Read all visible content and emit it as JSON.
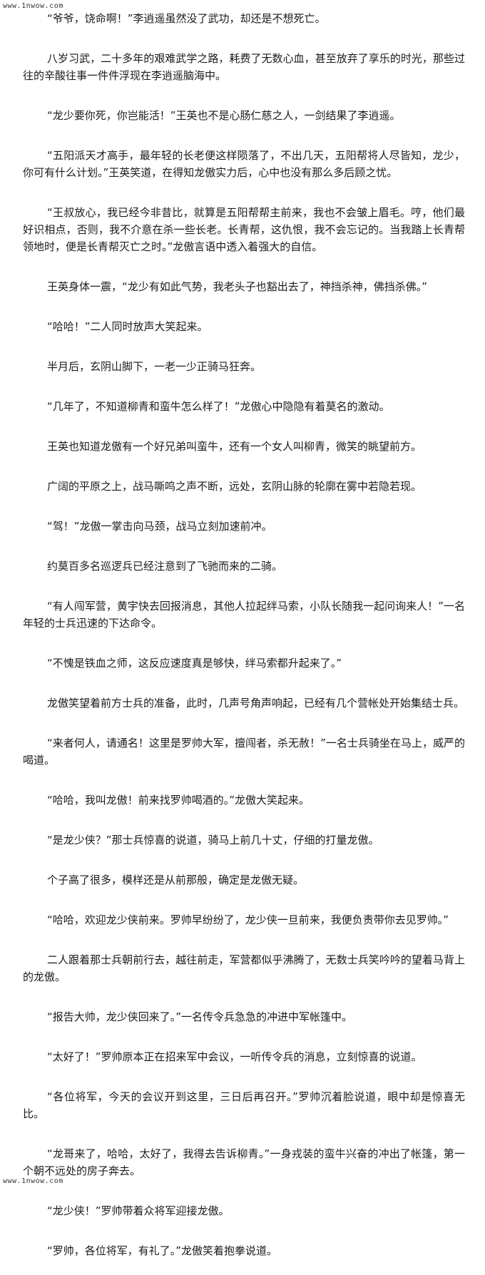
{
  "watermark": {
    "top": "www.1nwow.com",
    "bottom": "www.1nwow.com"
  },
  "paragraphs": [
    "“爷爷，饶命啊！”李逍遥虽然没了武功，却还是不想死亡。",
    "八岁习武，二十多年的艰难武学之路，耗费了无数心血，甚至放弃了享乐的时光，那些过往的辛酸往事一件件浮现在李逍遥脑海中。",
    "“龙少要你死，你岂能活！”王英也不是心肠仁慈之人，一剑结果了李逍遥。",
    "“五阳派天才高手，最年轻的长老便这样陨落了，不出几天，五阳帮将人尽皆知，龙少，你可有什么计划。”王英笑道，在得知龙傲实力后，心中也没有那么多后顾之忧。",
    "“王叔放心，我已经今非昔比，就算是五阳帮帮主前来，我也不会皱上眉毛。哼，他们最好识相点，否则，我不介意在杀一些长老。长青帮，这仇恨，我不会忘记的。当我踏上长青帮领地时，便是长青帮灭亡之时。”龙傲言语中透入着强大的自信。",
    "王英身体一震，“龙少有如此气势，我老头子也豁出去了，神挡杀神，佛挡杀佛。”",
    "“哈哈！”二人同时放声大笑起来。",
    "半月后，玄阴山脚下，一老一少正骑马狂奔。",
    "“几年了，不知道柳青和蛮牛怎么样了！”龙傲心中隐隐有着莫名的激动。",
    "王英也知道龙傲有一个好兄弟叫蛮牛，还有一个女人叫柳青，微笑的眺望前方。",
    "广阔的平原之上，战马嘶鸣之声不断，远处，玄阴山脉的轮廓在雾中若隐若现。",
    "“驾！”龙傲一掌击向马颈，战马立刻加速前冲。",
    "约莫百多名巡逻兵已经注意到了飞驰而来的二骑。",
    "“有人闯军营，黄宇快去回报消息，其他人拉起绊马索，小队长随我一起问询来人！”一名年轻的士兵迅速的下达命令。",
    "“不愧是铁血之师，这反应速度真是够快，绊马索都升起来了。”",
    "龙傲笑望着前方士兵的准备，此时，几声号角声响起，已经有几个营帐处开始集结士兵。",
    "“来者何人，请通名！这里是罗帅大军，擅闯者，杀无赦！”一名士兵骑坐在马上，威严的喝道。",
    "“哈哈，我叫龙傲！前来找罗帅喝酒的。”龙傲大笑起来。",
    "“是龙少侠？”那士兵惊喜的说道，骑马上前几十丈，仔细的打量龙傲。",
    "个子高了很多，模样还是从前那般，确定是龙傲无疑。",
    "“哈哈，欢迎龙少侠前来。罗帅早纷纷了，龙少侠一旦前来，我便负责带你去见罗帅。”",
    "二人跟着那士兵朝前行去，越往前走，军营都似乎沸腾了，无数士兵笑吟吟的望着马背上的龙傲。",
    "“报告大帅，龙少侠回来了。”一名传令兵急急的冲进中军帐篷中。",
    "“太好了！”罗帅原本正在招来军中会议，一听传令兵的消息，立刻惊喜的说道。",
    "“各位将军，今天的会议开到这里，三日后再召开。”罗帅沉着脸说道，眼中却是惊喜无比。",
    "“龙哥来了，哈哈，太好了，我得去告诉柳青。”一身戎装的蛮牛兴奋的冲出了帐篷，第一个朝不远处的房子奔去。",
    "“龙少侠！”罗帅带着众将军迎接龙傲。",
    "“罗帅，各位将军，有礼了。”龙傲笑着抱拳说道。"
  ]
}
